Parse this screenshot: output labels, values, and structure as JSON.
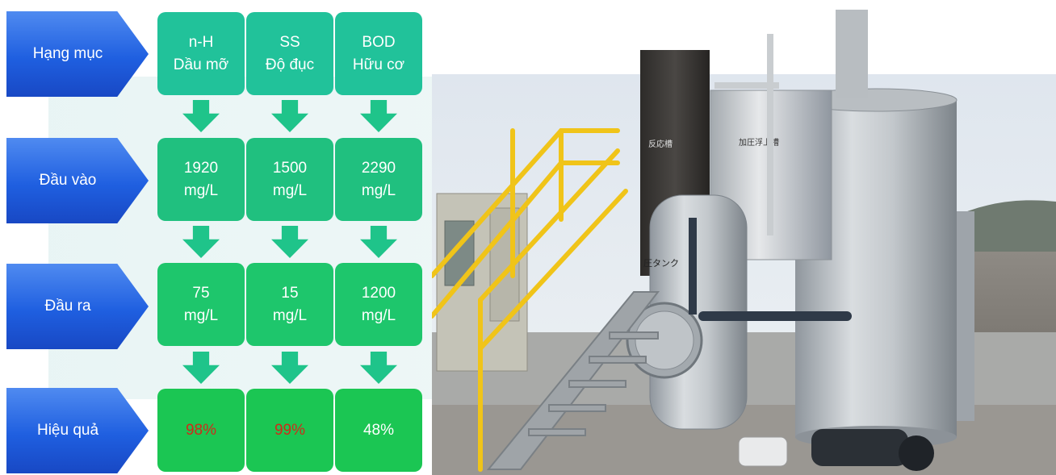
{
  "rows": {
    "header": {
      "label": "Hạng mục",
      "cols": [
        {
          "line1": "n-H",
          "line2": "Dầu mỡ"
        },
        {
          "line1": "SS",
          "line2": "Độ đục"
        },
        {
          "line1": "BOD",
          "line2": "Hữu cơ"
        }
      ]
    },
    "input": {
      "label": "Đầu vào",
      "cols": [
        {
          "value": "1920",
          "unit": "mg/L"
        },
        {
          "value": "1500",
          "unit": "mg/L"
        },
        {
          "value": "2290",
          "unit": "mg/L"
        }
      ]
    },
    "output": {
      "label": "Đầu ra",
      "cols": [
        {
          "value": "75",
          "unit": "mg/L"
        },
        {
          "value": "15",
          "unit": "mg/L"
        },
        {
          "value": "1200",
          "unit": "mg/L"
        }
      ]
    },
    "efficiency": {
      "label": "Hiệu quả",
      "cols": [
        "98%",
        "99%",
        "48%"
      ]
    }
  },
  "photo": {
    "tank_label_top": "反応槽",
    "tank_label_main": "加圧浮上槽",
    "vessel_label": "圧タンク"
  },
  "colors": {
    "chevron": "#1f5fe0",
    "tile_header": "#21c29a",
    "tile_efficiency": "#1bc653",
    "highlight_red": "#d02a1a"
  }
}
